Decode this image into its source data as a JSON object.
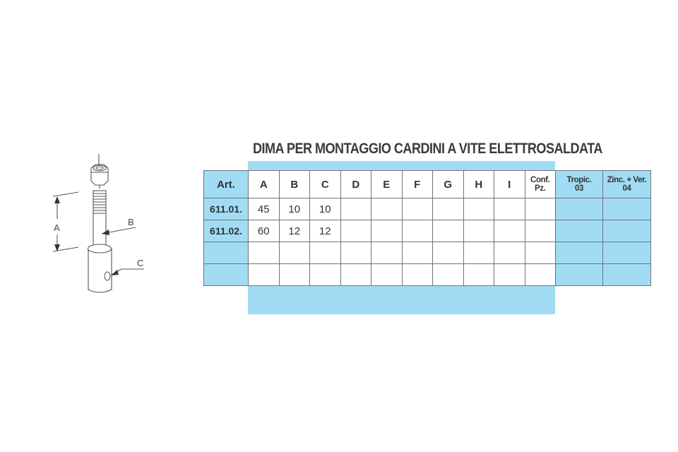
{
  "title": "DIMA PER MONTAGGIO CARDINI A VITE ELETTROSALDATA",
  "drawing": {
    "labels": {
      "a": "A",
      "b": "B",
      "c": "C"
    }
  },
  "table": {
    "headers": {
      "art": "Art.",
      "a": "A",
      "b": "B",
      "c": "C",
      "d": "D",
      "e": "E",
      "f": "F",
      "g": "G",
      "h": "H",
      "i": "I",
      "conf_1": "Conf.",
      "conf_2": "Pz.",
      "tropic_1": "Tropic.",
      "tropic_2": "03",
      "zinc_1": "Zinc. + Ver.",
      "zinc_2": "04"
    },
    "rows": [
      {
        "art": "611.01.",
        "a": "45",
        "b": "10",
        "c": "10",
        "d": "",
        "e": "",
        "f": "",
        "g": "",
        "h": "",
        "i": "",
        "conf": "",
        "tropic": "",
        "zinc": ""
      },
      {
        "art": "611.02.",
        "a": "60",
        "b": "12",
        "c": "12",
        "d": "",
        "e": "",
        "f": "",
        "g": "",
        "h": "",
        "i": "",
        "conf": "",
        "tropic": "",
        "zinc": ""
      },
      {
        "art": "",
        "a": "",
        "b": "",
        "c": "",
        "d": "",
        "e": "",
        "f": "",
        "g": "",
        "h": "",
        "i": "",
        "conf": "",
        "tropic": "",
        "zinc": ""
      },
      {
        "art": "",
        "a": "",
        "b": "",
        "c": "",
        "d": "",
        "e": "",
        "f": "",
        "g": "",
        "h": "",
        "i": "",
        "conf": "",
        "tropic": "",
        "zinc": ""
      }
    ]
  },
  "colors": {
    "accent_blue": "#a1dcf4",
    "border": "#6f7378",
    "text": "#333333"
  }
}
